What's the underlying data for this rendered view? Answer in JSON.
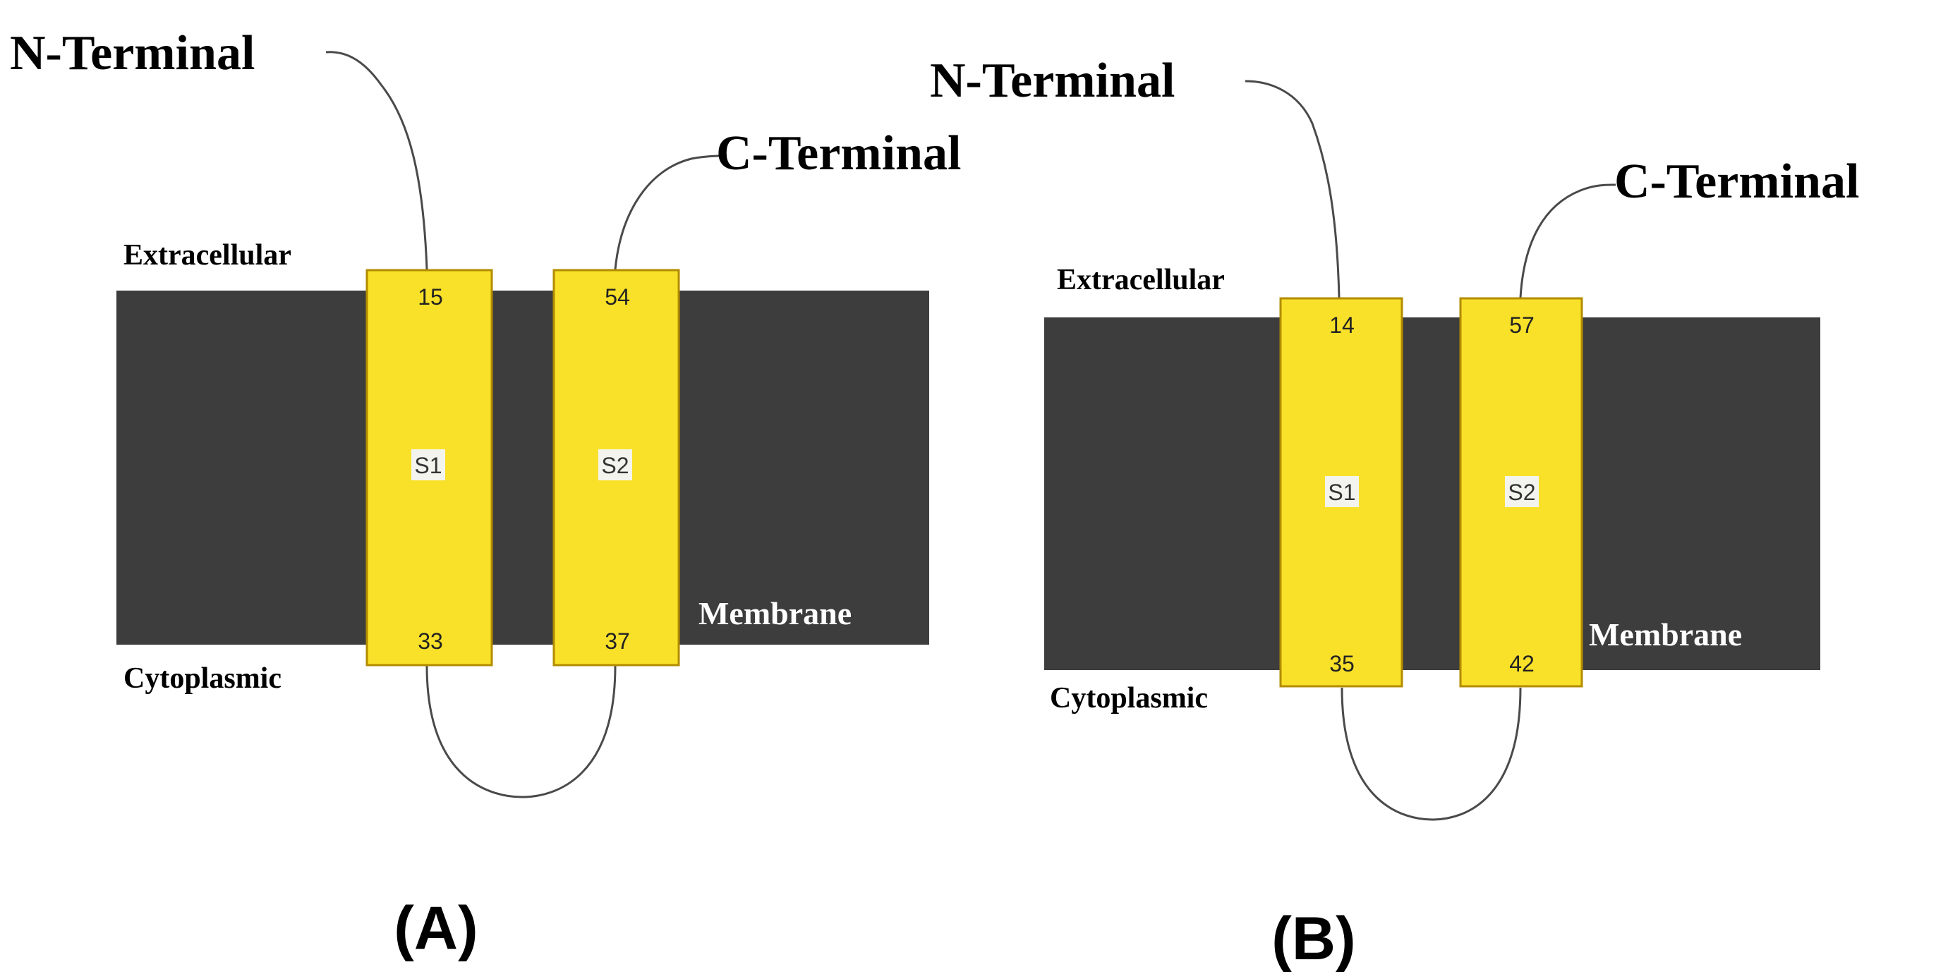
{
  "colors": {
    "membrane": "#3d3d3d",
    "helix_fill": "#f9e12a",
    "helix_stroke": "#b28c00",
    "loop_line": "#4a4a4a",
    "text": "#000000",
    "membrane_label": "#ffffff",
    "segment_label_bg": "#f4f4ee"
  },
  "panels": [
    {
      "caption": "(A)",
      "n_terminal": "N-Terminal",
      "c_terminal": "C-Terminal",
      "extracellular": "Extracellular",
      "cytoplasmic": "Cytoplasmic",
      "membrane": "Membrane",
      "segments": [
        {
          "name": "S1",
          "top": "15",
          "bottom": "33"
        },
        {
          "name": "S2",
          "top": "54",
          "bottom": "37"
        }
      ]
    },
    {
      "caption": "(B)",
      "n_terminal": "N-Terminal",
      "c_terminal": "C-Terminal",
      "extracellular": "Extracellular",
      "cytoplasmic": "Cytoplasmic",
      "membrane": "Membrane",
      "segments": [
        {
          "name": "S1",
          "top": "14",
          "bottom": "35"
        },
        {
          "name": "S2",
          "top": "57",
          "bottom": "42"
        }
      ]
    }
  ]
}
